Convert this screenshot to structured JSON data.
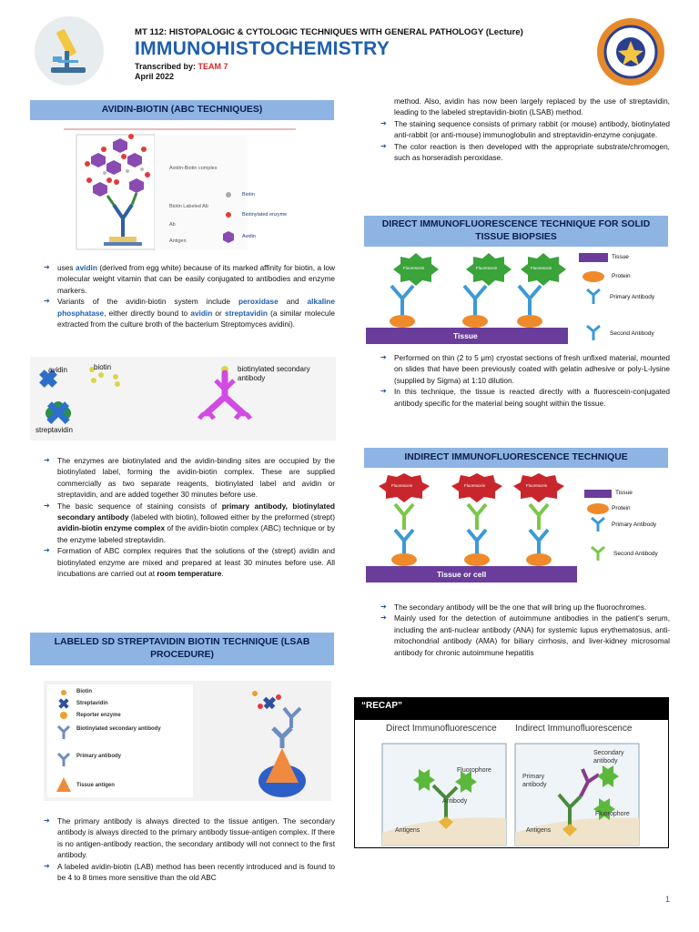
{
  "header": {
    "course": "MT 112: HISTOPALOGIC & CYTOLOGIC  TECHNIQUES  WITH GENERAL PATHOLOGY (Lecture)",
    "title": "IMMUNOHISTOCHEMISTRY",
    "transcribed_label": "Transcribed by:",
    "team": "TEAM 7",
    "date": "April 2022"
  },
  "sections": {
    "abc": {
      "heading": "AVIDIN-BIOTIN (ABC TECHNIQUES)",
      "fig1_labels": {
        "complex": "Avidin-Biotin complex",
        "labeled_ab": "Biotin Labeled Ab",
        "ab": "Ab",
        "antigen": "Antigen",
        "biotin": "Biotin",
        "enzyme": "Biotinylated enzyme",
        "avidin": "Avidin"
      },
      "bullets1": [
        [
          "uses ",
          "avidin",
          " (derived from egg white) because of its marked affinity for biotin, a low molecular weight vitamin that can be easily conjugated to antibodies and enzyme markers."
        ],
        [
          "Variants of the avidin-biotin system include ",
          "peroxidase",
          " and ",
          "alkaline phosphatase",
          ", either directly bound to ",
          "avidin",
          " or ",
          "streptavidin",
          " (a similar molecule extracted from the culture broth of the bacterium Streptomyces avidini)."
        ]
      ],
      "fig2_labels": {
        "avidin": "avidin",
        "biotin": "biotin",
        "streptavidin": "streptavidin",
        "secondary": "biotinylated secondary antibody"
      },
      "bullets2": {
        "b1": "The enzymes are biotinylated and the avidin-binding sites are occupied by the biotinylated label, forming the avidin-biotin complex. These are supplied commercially as two separate reagents, biotinylated label and avidin or streptavidin, and are added together 30 minutes before use.",
        "b2": [
          "The basic sequence of staining consists of ",
          "primary antibody, biotinylated secondary antibody",
          " (labeled with biotin), followed either by the preformed (strept) ",
          "avidin-biotin enzyme complex",
          " of the avidin-biotin complex (ABC) technique or by the enzyme labeled streptavidin."
        ],
        "b3": [
          "Formation of ABC complex requires that the solutions of the (strept) avidin and biotinylated enzyme are mixed and prepared at least 30 minutes before use. All incubations are carried out at ",
          "room temperature",
          "."
        ]
      }
    },
    "lsab": {
      "heading": "LABELED SD STREPTAVIDIN BIOTIN TECHNIQUE (LSAB PROCEDURE)",
      "fig_labels": {
        "biotin": "Biotin",
        "streptavidin": "Streptavidin",
        "reporter": "Reporter enzyme",
        "secondary": "Biotinylated secondary antibody",
        "primary": "Primary antibody",
        "antigen": "Tissue antigen"
      },
      "bullets": [
        "The primary antibody is always directed to the tissue antigen. The secondary antibody is always directed to the primary antibody tissue-antigen complex. If there is no antigen-antibody reaction, the secondary antibody will not connect to the first antibody.",
        "A labeled avidin-biotin (LAB) method has been recently introduced and is found to be 4 to 8 times more sensitive than the old ABC"
      ]
    },
    "cont": {
      "line1": "method. Also, avidin has now been largely replaced by the use of streptavidin, leading to the labeled streptavidin-biotin (LSAB) method.",
      "bullets": [
        "The staining sequence consists of primary rabbit (or mouse) antibody, biotinylated anti-rabbit (or anti-mouse) immunoglobulin and streptavidin-enzyme conjugate.",
        "The color reaction is then developed with the appropriate substrate/chromogen, such as horseradish peroxidase."
      ]
    },
    "direct": {
      "heading": "DIRECT IMMUNOFLUORESCENCE TECHNIQUE FOR SOLID TISSUE BIOPSIES",
      "fig_labels": {
        "fluorescein": "Fluorescein",
        "tissue_bar": "Tissue",
        "tissue": "Tissue",
        "protein": "Protein",
        "primary": "Primary Antibody",
        "secondary": "Second Antibody"
      },
      "bullets": [
        "Performed on thin (2 to 5 μm) cryostat sections of fresh unfixed material, mounted on slides that have been previously coated with gelatin adhesive or poly-L-lysine (supplied by Sigma) at 1:10 dilution.",
        "In this technique, the tissue is reacted directly with a fluorescein-conjugated antibody specific for the material being sought within the tissue."
      ]
    },
    "indirect": {
      "heading": "INDIRECT IMMUNOFLUORESCENCE TECHNIQUE",
      "fig_labels": {
        "fluorescein": "Fluorescein",
        "tissue_bar": "Tissue or cell",
        "tissue": "Tissue",
        "protein": "Protein",
        "primary": "Primary Antibody",
        "secondary": "Second Antibody"
      },
      "bullets": [
        "The secondary antibody will be the one that will bring up the fluorochromes.",
        "Mainly used for the detection of autoimmune antibodies in the patient's serum, including the anti-nuclear antibody (ANA) for systemic lupus erythematosus, anti-mitochondrial antibody (AMA) for biliary cirrhosis, and liver-kidney microsomal antibody for chronic autoimmune hepatitis"
      ]
    },
    "recap": {
      "heading": "“RECAP”",
      "direct_title": "Direct Immunofluorescence",
      "indirect_title": "Indirect Immunofluorescence",
      "labels": {
        "fluorophore": "Fluorophore",
        "antibody": "Antibody",
        "antigens": "Antigens",
        "primary": "Primary antibody",
        "secondary": "Secondary antibody"
      }
    }
  },
  "page_number": "1",
  "colors": {
    "title_blue": "#1f5fae",
    "heading_bg": "#8eb4e3",
    "team_red": "#e02424",
    "tissue_purple": "#6a3d9a"
  }
}
